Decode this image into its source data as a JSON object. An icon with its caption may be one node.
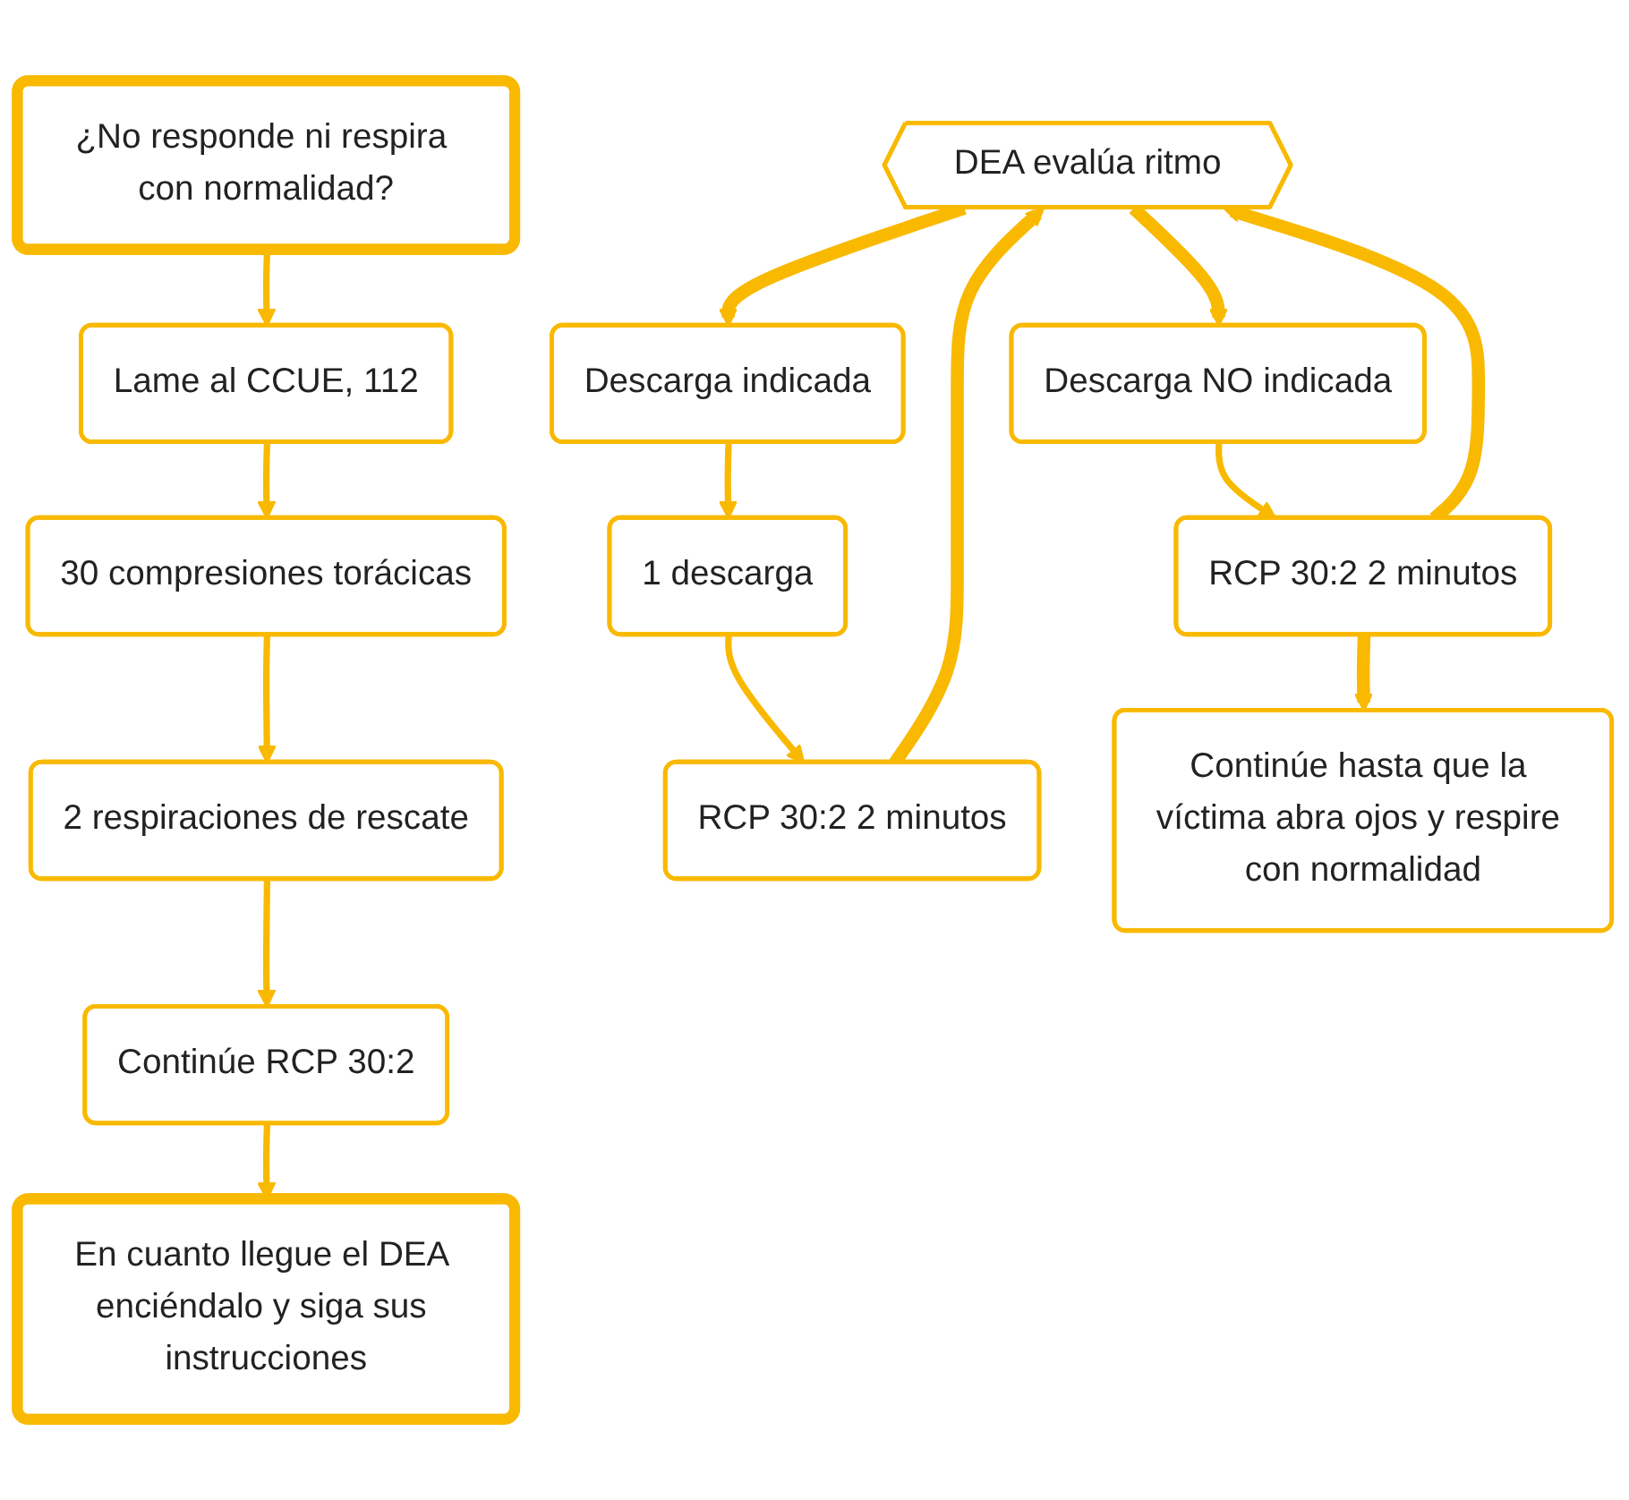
{
  "diagram": {
    "nodes": [
      {
        "text": [
          "¿No responde ni respira con normalidad?"
        ]
      },
      {
        "text": [
          "Lame al CCUE, 112"
        ]
      },
      {
        "text": [
          "30 compresiones torácicas"
        ]
      },
      {
        "text": [
          "2 respiraciones de rescate"
        ]
      },
      {
        "text": [
          "Continúe RCP 30:2"
        ]
      },
      {
        "text": [
          "En cuanto llegue el DEA enciéndalo y siga sus instrucciones"
        ]
      },
      {
        "text": [
          "DEA evalúa ritmo"
        ]
      },
      {
        "text": [
          "Descarga indicada"
        ]
      },
      {
        "text": [
          "1 descarga"
        ]
      },
      {
        "text": [
          "RCP 30:2 2 minutos"
        ]
      },
      {
        "text": [
          "Descarga NO indicada"
        ]
      },
      {
        "text": [
          "RCP 30:2 2 minutos"
        ]
      },
      {
        "text": [
          "Continúe hasta que la víctima abra ojos y respire con normalidad"
        ]
      }
    ],
    "edges": [
      {
        "from": 0,
        "to": 1,
        "arrow": "to"
      },
      {
        "from": 1,
        "to": 2,
        "arrow": "to"
      },
      {
        "from": 2,
        "to": 3,
        "arrow": "to"
      },
      {
        "from": 3,
        "to": 4,
        "arrow": "to"
      },
      {
        "from": 4,
        "to": 5,
        "arrow": "to"
      },
      {
        "from": 6,
        "to": 7,
        "arrow": "to",
        "style": "thick"
      },
      {
        "from": 6,
        "to": 10,
        "arrow": "to",
        "style": "thick"
      },
      {
        "from": 7,
        "to": 8,
        "arrow": "to"
      },
      {
        "from": 8,
        "to": 9,
        "arrow": "to"
      },
      {
        "from": 9,
        "to": 6,
        "arrow": "to",
        "style": "thick"
      },
      {
        "from": 10,
        "to": 11,
        "arrow": "to"
      },
      {
        "from": 11,
        "to": 6,
        "arrow": "to",
        "style": "thick"
      },
      {
        "from": 11,
        "to": 12,
        "arrow": "to",
        "style": "thick"
      }
    ]
  }
}
